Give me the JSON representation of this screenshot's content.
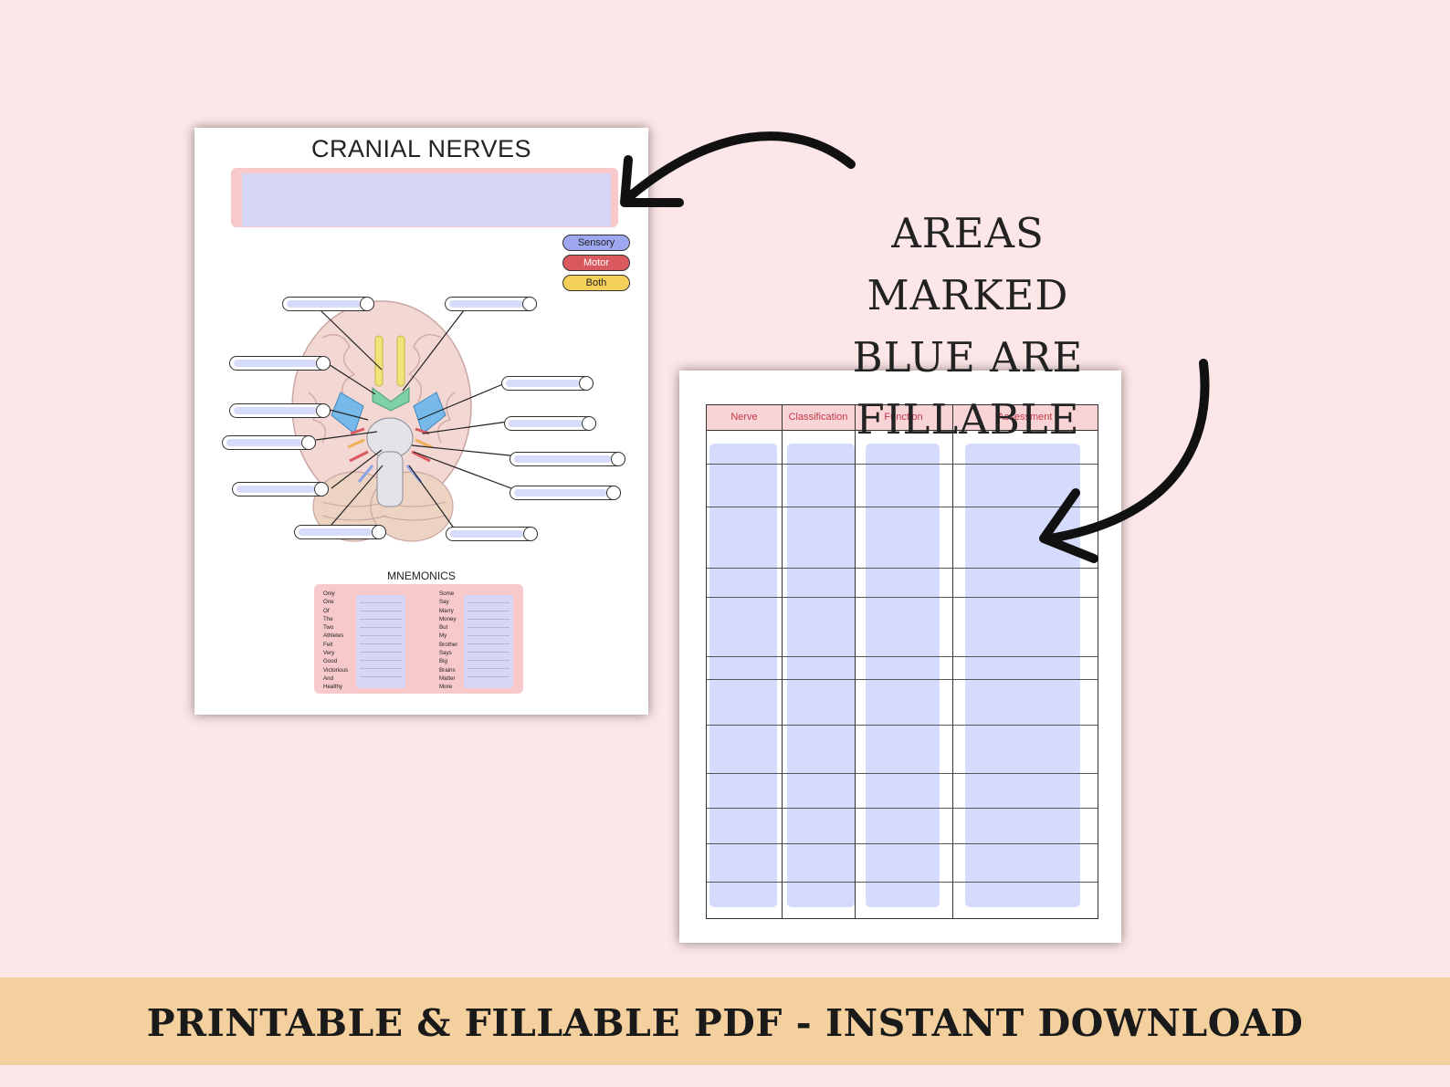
{
  "heading": {
    "line1": "AREAS MARKED",
    "line2": "BLUE ARE FILLABLE"
  },
  "banner": {
    "text": "PRINTABLE & FILLABLE PDF - INSTANT DOWNLOAD"
  },
  "worksheet": {
    "title": "CRANIAL NERVES",
    "legend": {
      "sensory": "Sensory",
      "motor": "Motor",
      "both": "Both"
    },
    "mnemonics_title": "MNEMONICS",
    "mnemonic_left": [
      "Only",
      "One",
      "Of",
      "The",
      "Two",
      "Athletes",
      "Felt",
      "Very",
      "Good",
      "Victorious",
      "And",
      "Healthy"
    ],
    "mnemonic_right": [
      "Some",
      "Say",
      "Marry",
      "Money",
      "But",
      "My",
      "Brother",
      "Says",
      "Big",
      "Brains",
      "Matter",
      "More"
    ]
  },
  "table": {
    "headers": [
      "Nerve",
      "Classification",
      "Function",
      "Assessment"
    ]
  },
  "colors": {
    "background": "#fde6e7",
    "fillable_blue": "#d5dbfd",
    "banner": "#f3d09e",
    "sensory": "#9ea8f0",
    "motor": "#d9595f",
    "both": "#f5d05a"
  }
}
